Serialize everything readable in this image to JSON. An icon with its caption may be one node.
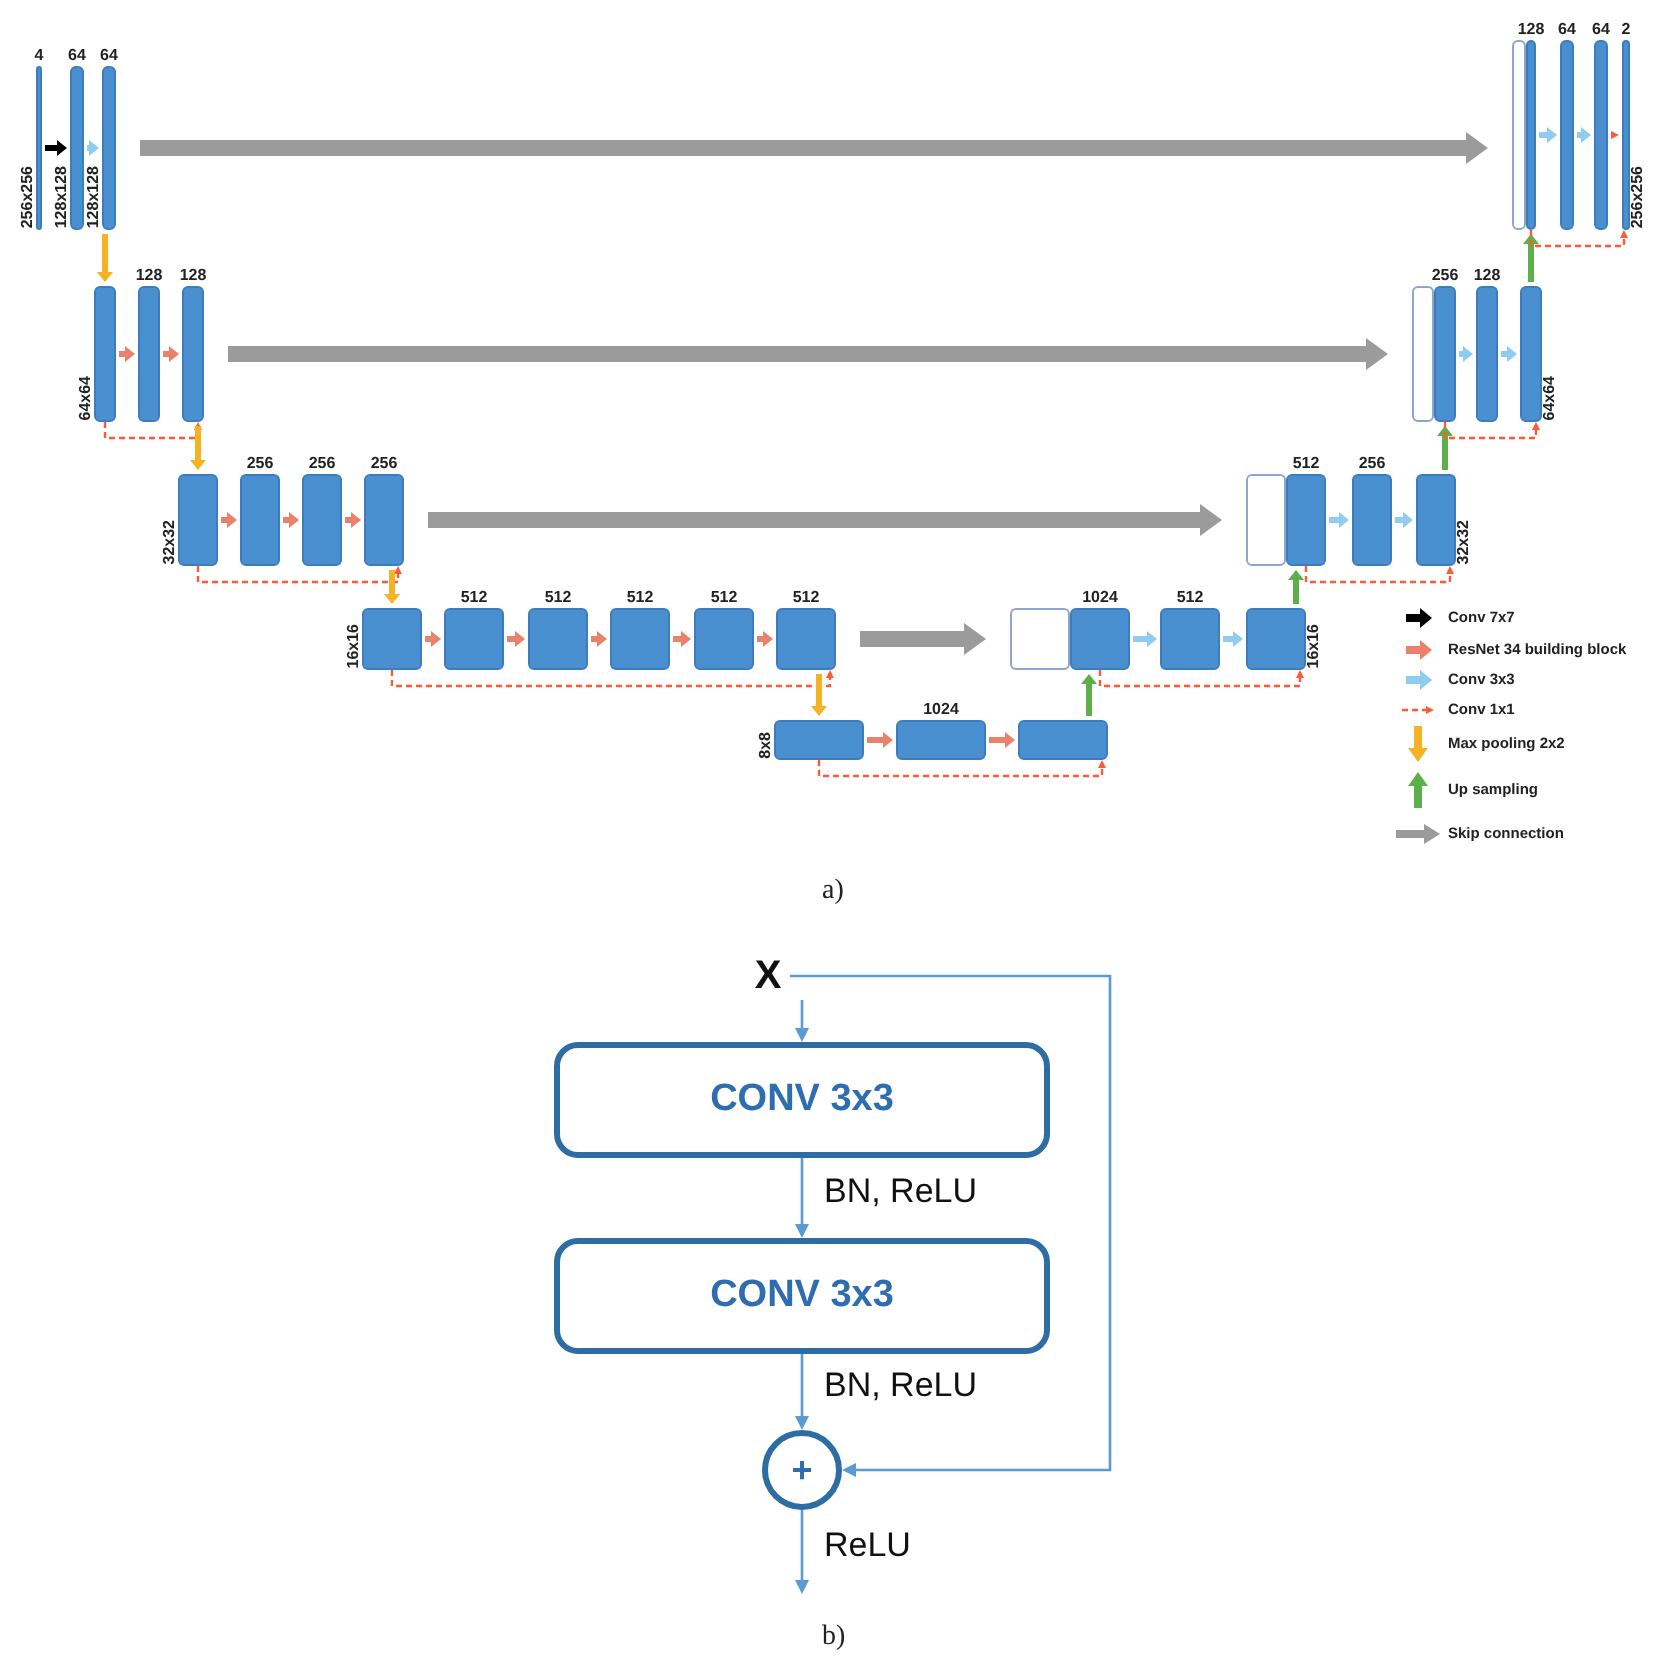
{
  "diagram": {
    "nodes": [
      {
        "text": [
          "4"
        ],
        "beside": [
          "256x256"
        ]
      },
      {
        "text": [
          "64"
        ],
        "beside": [
          "128x128"
        ]
      },
      {
        "text": [
          "64"
        ],
        "beside": [
          "128x128"
        ]
      },
      {
        "text": [],
        "shape": "bar",
        "beside": [
          "64x64"
        ]
      },
      {
        "text": [
          "128"
        ]
      },
      {
        "text": [
          "128"
        ]
      },
      {
        "text": [],
        "shape": "bar",
        "beside": [
          "32x32"
        ]
      },
      {
        "text": [
          "256"
        ]
      },
      {
        "text": [
          "256"
        ]
      },
      {
        "text": [
          "256"
        ]
      },
      {
        "text": [],
        "shape": "bar",
        "beside": [
          "16x16"
        ]
      },
      {
        "text": [
          "512"
        ]
      },
      {
        "text": [
          "512"
        ]
      },
      {
        "text": [
          "512"
        ]
      },
      {
        "text": [
          "512"
        ]
      },
      {
        "text": [
          "512"
        ]
      },
      {
        "text": [],
        "shape": "bar",
        "beside": [
          "8x8"
        ]
      },
      {
        "text": [
          "1024"
        ]
      },
      {
        "text": [],
        "shape": "bar"
      },
      {
        "text": [],
        "shape": "box"
      },
      {
        "text": [
          "1024"
        ]
      },
      {
        "text": [
          "512"
        ]
      },
      {
        "text": [],
        "shape": "bar",
        "beside": [
          "16x16"
        ]
      },
      {
        "text": [],
        "shape": "box"
      },
      {
        "text": [
          "512"
        ]
      },
      {
        "text": [
          "256"
        ]
      },
      {
        "text": [],
        "shape": "bar",
        "beside": [
          "32x32"
        ]
      },
      {
        "text": [],
        "shape": "box"
      },
      {
        "text": [
          "256"
        ]
      },
      {
        "text": [
          "128"
        ]
      },
      {
        "text": [],
        "shape": "bar",
        "beside": [
          "64x64"
        ]
      },
      {
        "text": [],
        "shape": "box"
      },
      {
        "text": [
          "128"
        ]
      },
      {
        "text": [
          "64"
        ]
      },
      {
        "text": [
          "64"
        ]
      },
      {
        "text": [
          "2"
        ],
        "beside": [
          "256x256"
        ]
      },
      {
        "text": [
          "X"
        ]
      },
      {
        "text": [
          "CONV 3x3"
        ]
      },
      {
        "text": [
          "CONV 3x3"
        ]
      },
      {
        "text": [
          "+"
        ]
      }
    ],
    "edges": [
      {
        "from": 0,
        "to": 1,
        "arrow": "to",
        "color": "#000000"
      },
      {
        "from": 1,
        "to": 2,
        "arrow": "to",
        "color": "#8ecdf0"
      },
      {
        "from": 2,
        "to": 3,
        "arrow": "to",
        "color": "#f5b324"
      },
      {
        "from": 3,
        "to": 4,
        "arrow": "to",
        "color": "#e8826a"
      },
      {
        "from": 4,
        "to": 5,
        "arrow": "to",
        "color": "#e8826a"
      },
      {
        "from": 3,
        "to": 5,
        "arrow": "to",
        "style": "dashed",
        "color": "#ff5a36"
      },
      {
        "from": 5,
        "to": 6,
        "arrow": "to",
        "color": "#f5b324"
      },
      {
        "from": 6,
        "to": 7,
        "arrow": "to",
        "color": "#e8826a"
      },
      {
        "from": 7,
        "to": 8,
        "arrow": "to",
        "color": "#e8826a"
      },
      {
        "from": 8,
        "to": 9,
        "arrow": "to",
        "color": "#e8826a"
      },
      {
        "from": 6,
        "to": 9,
        "arrow": "to",
        "style": "dashed",
        "color": "#ff5a36"
      },
      {
        "from": 9,
        "to": 10,
        "arrow": "to",
        "color": "#f5b324"
      },
      {
        "from": 10,
        "to": 11,
        "arrow": "to",
        "color": "#e8826a"
      },
      {
        "from": 11,
        "to": 12,
        "arrow": "to",
        "color": "#e8826a"
      },
      {
        "from": 12,
        "to": 13,
        "arrow": "to",
        "color": "#e8826a"
      },
      {
        "from": 13,
        "to": 14,
        "arrow": "to",
        "color": "#e8826a"
      },
      {
        "from": 14,
        "to": 15,
        "arrow": "to",
        "color": "#e8826a"
      },
      {
        "from": 10,
        "to": 15,
        "arrow": "to",
        "style": "dashed",
        "color": "#ff5a36"
      },
      {
        "from": 15,
        "to": 16,
        "arrow": "to",
        "color": "#f5b324"
      },
      {
        "from": 16,
        "to": 17,
        "arrow": "to",
        "color": "#e8826a"
      },
      {
        "from": 17,
        "to": 18,
        "arrow": "to",
        "color": "#e8826a"
      },
      {
        "from": 16,
        "to": 18,
        "arrow": "to",
        "style": "dashed",
        "color": "#ff5a36"
      },
      {
        "from": 18,
        "to": 20,
        "arrow": "to",
        "color": "#5fae4c"
      },
      {
        "from": 15,
        "to": 19,
        "arrow": "to",
        "style": "thick",
        "color": "#9b9b9b"
      },
      {
        "from": 20,
        "to": 21,
        "arrow": "to",
        "color": "#8ecdf0"
      },
      {
        "from": 21,
        "to": 22,
        "arrow": "to",
        "color": "#8ecdf0"
      },
      {
        "from": 20,
        "to": 22,
        "arrow": "to",
        "style": "dashed",
        "color": "#ff5a36"
      },
      {
        "from": 22,
        "to": 24,
        "arrow": "to",
        "color": "#5fae4c"
      },
      {
        "from": 9,
        "to": 23,
        "arrow": "to",
        "style": "thick",
        "color": "#9b9b9b"
      },
      {
        "from": 24,
        "to": 25,
        "arrow": "to",
        "color": "#8ecdf0"
      },
      {
        "from": 25,
        "to": 26,
        "arrow": "to",
        "color": "#8ecdf0"
      },
      {
        "from": 24,
        "to": 26,
        "arrow": "to",
        "style": "dashed",
        "color": "#ff5a36"
      },
      {
        "from": 26,
        "to": 28,
        "arrow": "to",
        "color": "#5fae4c"
      },
      {
        "from": 5,
        "to": 27,
        "arrow": "to",
        "style": "thick",
        "color": "#9b9b9b"
      },
      {
        "from": 28,
        "to": 29,
        "arrow": "to",
        "color": "#8ecdf0"
      },
      {
        "from": 29,
        "to": 30,
        "arrow": "to",
        "color": "#8ecdf0"
      },
      {
        "from": 28,
        "to": 30,
        "arrow": "to",
        "style": "dashed",
        "color": "#ff5a36"
      },
      {
        "from": 30,
        "to": 32,
        "arrow": "to",
        "color": "#5fae4c"
      },
      {
        "from": 2,
        "to": 31,
        "arrow": "to",
        "style": "thick",
        "color": "#9b9b9b"
      },
      {
        "from": 32,
        "to": 33,
        "arrow": "to",
        "color": "#8ecdf0"
      },
      {
        "from": 33,
        "to": 34,
        "arrow": "to",
        "color": "#8ecdf0"
      },
      {
        "from": 34,
        "to": 35,
        "arrow": "to",
        "style": "dashed",
        "color": "#ff5a36"
      },
      {
        "from": 32,
        "to": 35,
        "arrow": "to",
        "style": "dashed",
        "color": "#ff5a36"
      },
      {
        "from": 36,
        "to": 37,
        "arrow": "to",
        "color": "#5b9bd5"
      },
      {
        "from": 37,
        "to": 38,
        "arrow": "to",
        "label": "BN, ReLU",
        "color": "#5b9bd5"
      },
      {
        "from": 38,
        "to": 39,
        "arrow": "to",
        "label": "BN, ReLU",
        "color": "#5b9bd5"
      },
      {
        "from": 36,
        "to": 39,
        "arrow": "to",
        "color": "#5b9bd5"
      },
      {
        "from": 39,
        "to": null,
        "arrow": "to",
        "label": "ReLU",
        "color": "#5b9bd5"
      }
    ],
    "labels": [
      "a)",
      "b)"
    ],
    "legend": [
      {
        "text": "Conv 7x7"
      },
      {
        "text": "ResNet 34 building block"
      },
      {
        "text": "Conv 3x3"
      },
      {
        "text": "Conv 1x1"
      },
      {
        "text": "Max pooling 2x2"
      },
      {
        "text": "Up sampling"
      },
      {
        "text": "Skip connection"
      }
    ]
  }
}
